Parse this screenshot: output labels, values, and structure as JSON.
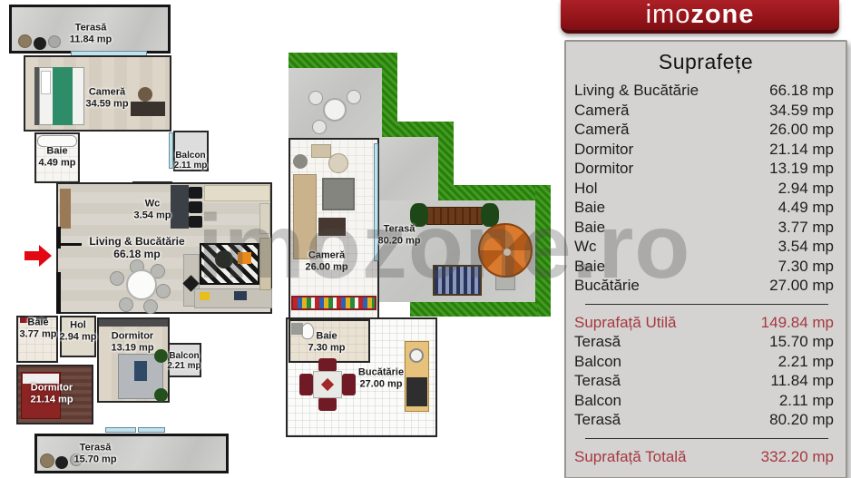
{
  "brand": {
    "logo_imo": "imo",
    "logo_zone": "zone"
  },
  "watermark": "imozone.ro",
  "panel": {
    "title": "Suprafețe",
    "rooms": [
      {
        "label": "Living & Bucătărie",
        "value": "66.18 mp"
      },
      {
        "label": "Cameră",
        "value": "34.59 mp"
      },
      {
        "label": "Cameră",
        "value": "26.00 mp"
      },
      {
        "label": "Dormitor",
        "value": "21.14 mp"
      },
      {
        "label": "Dormitor",
        "value": "13.19 mp"
      },
      {
        "label": "Hol",
        "value": "2.94 mp"
      },
      {
        "label": "Baie",
        "value": "4.49 mp"
      },
      {
        "label": "Baie",
        "value": "3.77 mp"
      },
      {
        "label": "Wc",
        "value": "3.54 mp"
      },
      {
        "label": "Baie",
        "value": "7.30 mp"
      },
      {
        "label": "Bucătărie",
        "value": "27.00 mp"
      }
    ],
    "subtotal": {
      "label": "Suprafață Utilă",
      "value": "149.84 mp"
    },
    "exterior": [
      {
        "label": "Terasă",
        "value": "15.70 mp"
      },
      {
        "label": "Balcon",
        "value": "2.21 mp"
      },
      {
        "label": "Terasă",
        "value": "11.84 mp"
      },
      {
        "label": "Balcon",
        "value": "2.11 mp"
      },
      {
        "label": "Terasă",
        "value": "80.20 mp"
      }
    ],
    "total": {
      "label": "Suprafață Totală",
      "value": "332.20 mp"
    }
  },
  "plans": {
    "left": {
      "labels": [
        {
          "name": "Terasă",
          "area": "11.84 mp"
        },
        {
          "name": "Cameră",
          "area": "34.59 mp"
        },
        {
          "name": "Baie",
          "area": "4.49 mp"
        },
        {
          "name": "Balcon",
          "area": "2.11 mp"
        },
        {
          "name": "Wc",
          "area": "3.54 mp"
        },
        {
          "name": "Living & Bucătărie",
          "area": "66.18 mp"
        },
        {
          "name": "Baie",
          "area": "3.77 mp"
        },
        {
          "name": "Hol",
          "area": "2.94 mp"
        },
        {
          "name": "Dormitor",
          "area": "13.19 mp"
        },
        {
          "name": "Balcon",
          "area": "2.21 mp"
        },
        {
          "name": "Dormitor",
          "area": "21.14 mp"
        },
        {
          "name": "Terasă",
          "area": "15.70 mp"
        }
      ]
    },
    "right": {
      "labels": [
        {
          "name": "Terasă",
          "area": "80.20 mp"
        },
        {
          "name": "Cameră",
          "area": "26.00 mp"
        },
        {
          "name": "Baie",
          "area": "7.30 mp"
        },
        {
          "name": "Bucătărie",
          "area": "27.00 mp"
        }
      ]
    }
  },
  "colors": {
    "banner_red": "#9b151b",
    "totals_red": "#a63840",
    "panel_gray": "#d4d3d1",
    "grass_green": "#2e8a12",
    "umbrella_orange": "#c96f26",
    "entrance_arrow_red": "#e30613"
  }
}
